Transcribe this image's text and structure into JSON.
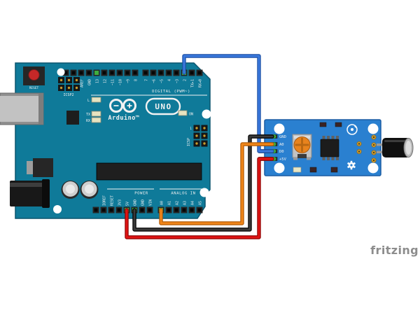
{
  "watermark": "fritzing",
  "colors": {
    "background": "#ffffff",
    "arduino_board": "#0f7a99",
    "arduino_border": "#0a546e",
    "module_board": "#2a80d0",
    "module_border": "#1b5ca3",
    "connected_pin": "#3fae3f",
    "wire_blue": "#3a78dd",
    "wire_black": "#3a3a3a",
    "wire_orange": "#f08619",
    "wire_red": "#e11414"
  },
  "arduino": {
    "reset_label": "RESET",
    "icsp2_label": "ICSP2",
    "icsp_label": "ICSP",
    "icsp_pin1_label": "1",
    "led_l_label": "L",
    "led_tx_label": "TX",
    "led_rx_label": "RX",
    "led_on_label": "ON",
    "digital_caption": "DIGITAL (PWM~)",
    "power_caption": "POWER",
    "analog_caption": "ANALOG IN",
    "brand": "Arduino™",
    "model_badge": "UNO",
    "top_pins_left": [
      "AREF",
      "GND",
      "13",
      "12",
      "~11",
      "~10",
      "~9",
      "8"
    ],
    "top_pins_right": [
      "7",
      "~6",
      "~5",
      "4",
      "~3",
      "2",
      "TX▸1",
      "RX◂0"
    ],
    "power_pins": [
      "IOREF",
      "RESET",
      "3V3",
      "5V",
      "GND",
      "GND",
      "VIN"
    ],
    "analog_pins": [
      "A0",
      "A1",
      "A2",
      "A3",
      "A4",
      "A5"
    ]
  },
  "sensor": {
    "pin_labels": [
      "GND",
      "A0",
      "D0",
      "+5V"
    ]
  },
  "wires": [
    {
      "name": "blue-wire",
      "from": "Arduino digital pin 2",
      "to": "sensor D0",
      "color": "#3a78dd",
      "edge": "#1c4fa4"
    },
    {
      "name": "black-wire",
      "from": "Arduino GND",
      "to": "sensor GND",
      "color": "#3a3a3a",
      "edge": "#000000"
    },
    {
      "name": "orange-wire",
      "from": "Arduino A0",
      "to": "sensor A0",
      "color": "#f08619",
      "edge": "#b25b08"
    },
    {
      "name": "red-wire",
      "from": "Arduino 5V",
      "to": "sensor +5V",
      "color": "#e11414",
      "edge": "#8f0404"
    }
  ]
}
